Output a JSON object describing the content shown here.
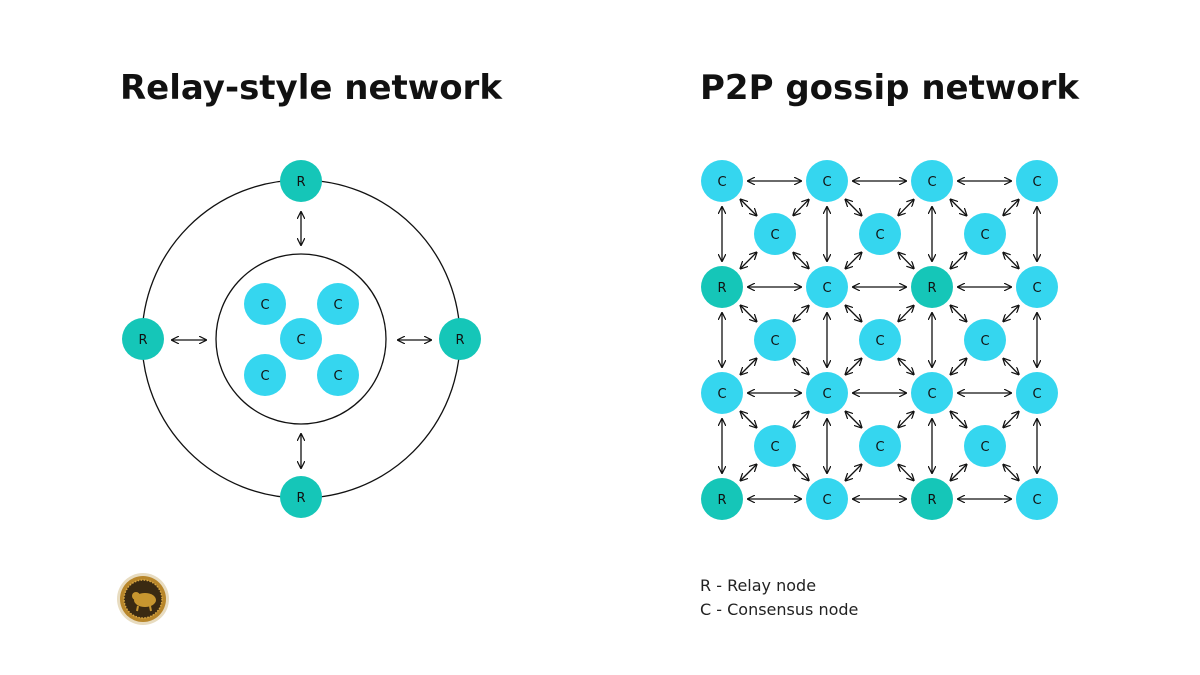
{
  "titles": {
    "relay": "Relay-style network",
    "p2p": "P2P gossip network"
  },
  "node_labels": {
    "relay": "R",
    "consensus": "C"
  },
  "legend": {
    "relay": "R - Relay node",
    "consensus": "C - Consensus node"
  },
  "colors": {
    "relay_node": "#15c6b8",
    "consensus_node": "#35d6ef",
    "lines": "#111111"
  },
  "icons": {
    "logo": "coin-logo-icon"
  }
}
